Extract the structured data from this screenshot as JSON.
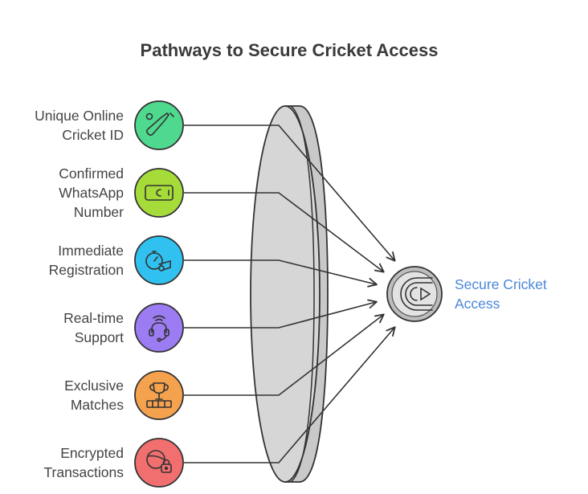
{
  "title": "Pathways to Secure Cricket Access",
  "pathways": [
    {
      "label": "Unique Online\nCricket ID",
      "icon": "cricket-bat-icon",
      "color": "#4fd98f"
    },
    {
      "label": "Confirmed\nWhatsApp\nNumber",
      "icon": "phone-card-icon",
      "color": "#a6dc3a"
    },
    {
      "label": "Immediate\nRegistration",
      "icon": "stopwatch-whistle-icon",
      "color": "#30c1f0"
    },
    {
      "label": "Real-time\nSupport",
      "icon": "headset-support-icon",
      "color": "#9b7cf2"
    },
    {
      "label": "Exclusive\nMatches",
      "icon": "trophy-icon",
      "color": "#f5a24e"
    },
    {
      "label": "Encrypted\nTransactions",
      "icon": "ball-lock-icon",
      "color": "#f26f6f"
    }
  ],
  "target": {
    "label": "Secure Cricket\nAccess",
    "icon": "secure-access-icon",
    "color": "#bdbdbd"
  },
  "colors": {
    "label_text": "#444444",
    "target_text": "#4a86d9",
    "lens_fill": "#d6d6d6",
    "line": "#333333"
  }
}
